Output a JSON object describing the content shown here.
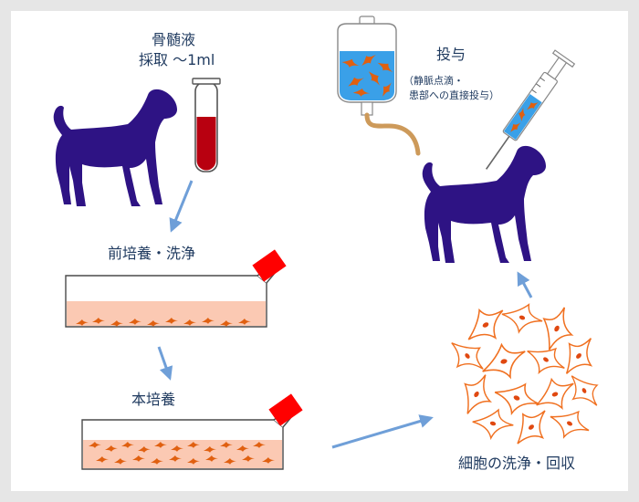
{
  "labels": {
    "bone_marrow_1": "骨髄液",
    "bone_marrow_2": "採取 ～1ml",
    "preculture": "前培養・洗浄",
    "main_culture": "本培養",
    "wash_collect": "細胞の洗浄・回収",
    "administration": "投与",
    "route_1": "（静脈点滴・",
    "route_2": "患部への直接投与）"
  },
  "icons": [
    "dog-icon",
    "test-tube-icon",
    "culture-flask-icon",
    "iv-bag-icon",
    "syringe-icon",
    "cells-icon"
  ],
  "colors": {
    "dog": "#2e1384",
    "blood": "#b80010",
    "flask_cap": "#ff0000",
    "medium": "#fbc9b3",
    "cell": "#e06010",
    "arrow": "#6f9fd8",
    "iv_fluid": "#3aa0e8",
    "tube": "#cd9a5a",
    "text": "#1f3a5f"
  }
}
